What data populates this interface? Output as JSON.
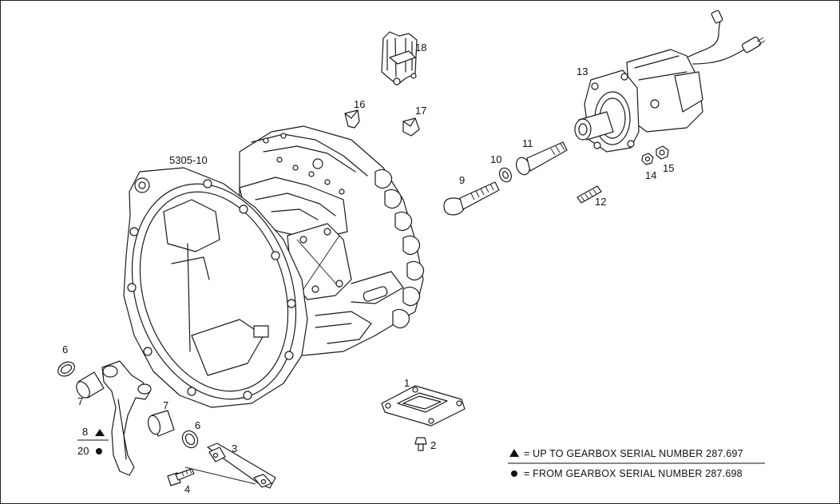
{
  "diagram": {
    "assembly_ref": "5305-10",
    "callouts": {
      "c1": "1",
      "c2": "2",
      "c3": "3",
      "c4": "4",
      "c6a": "6",
      "c6b": "6",
      "c7a": "7",
      "c7b": "7",
      "c8": "8",
      "c20": "20",
      "c9": "9",
      "c10": "10",
      "c11": "11",
      "c12": "12",
      "c13": "13",
      "c14": "14",
      "c15": "15",
      "c16": "16",
      "c17": "17",
      "c18": "18"
    }
  },
  "legend": {
    "triangle_text": "= UP TO GEARBOX SERIAL NUMBER 287.697",
    "dot_text": "= FROM GEARBOX SERIAL NUMBER 287.698"
  }
}
